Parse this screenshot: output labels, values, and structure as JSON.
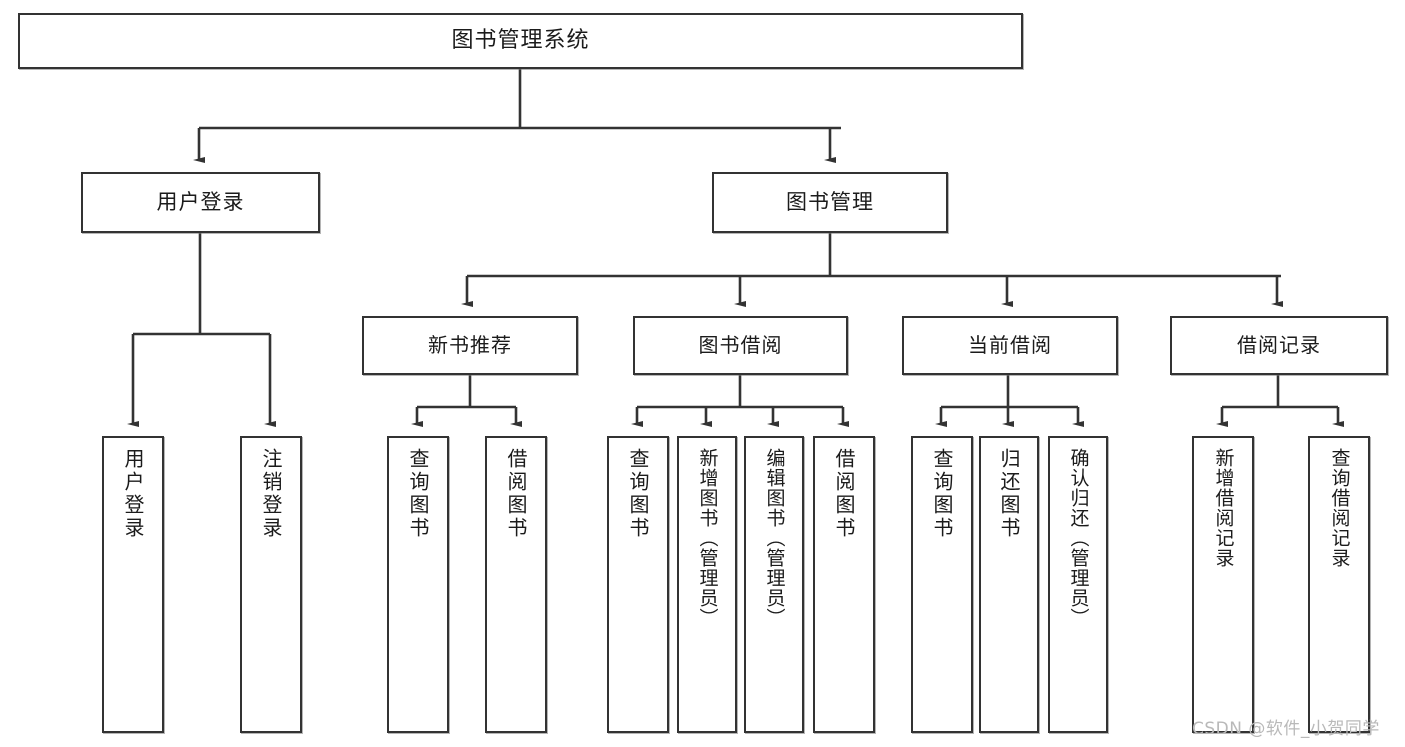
{
  "diagram": {
    "type": "tree",
    "title": "图书管理系统",
    "colors": {
      "node_border": "#333333",
      "node_fill": "#ffffff",
      "edge": "#333333",
      "text": "#1b1b1b",
      "watermark": "#b9b9b9"
    },
    "nodes": {
      "root": {
        "label": "图书管理系统"
      },
      "level2": [
        {
          "id": "user-login",
          "label": "用户登录"
        },
        {
          "id": "book-manage",
          "label": "图书管理"
        }
      ],
      "level3": [
        {
          "id": "new-book-recommend",
          "label": "新书推荐"
        },
        {
          "id": "book-borrow",
          "label": "图书借阅"
        },
        {
          "id": "current-borrow",
          "label": "当前借阅"
        },
        {
          "id": "borrow-record",
          "label": "借阅记录"
        }
      ],
      "leaves": [
        {
          "id": "leaf-user-login",
          "label": "用户登录",
          "parent": "user-login"
        },
        {
          "id": "leaf-user-logout",
          "label": "注销登录",
          "parent": "user-login"
        },
        {
          "id": "leaf-query-book-1",
          "label": "查询图书",
          "parent": "new-book-recommend"
        },
        {
          "id": "leaf-borrow-book-1",
          "label": "借阅图书",
          "parent": "new-book-recommend"
        },
        {
          "id": "leaf-query-book-2",
          "label": "查询图书",
          "parent": "book-borrow"
        },
        {
          "id": "leaf-add-book",
          "label": "新增图书（管理员）",
          "parent": "book-borrow"
        },
        {
          "id": "leaf-edit-book",
          "label": "编辑图书（管理员）",
          "parent": "book-borrow"
        },
        {
          "id": "leaf-borrow-book-2",
          "label": "借阅图书",
          "parent": "book-borrow"
        },
        {
          "id": "leaf-query-book-3",
          "label": "查询图书",
          "parent": "current-borrow"
        },
        {
          "id": "leaf-return-book",
          "label": "归还图书",
          "parent": "current-borrow"
        },
        {
          "id": "leaf-confirm-return",
          "label": "确认归还（管理员）",
          "parent": "current-borrow"
        },
        {
          "id": "leaf-add-record",
          "label": "新增借阅记录",
          "parent": "borrow-record"
        },
        {
          "id": "leaf-query-record",
          "label": "查询借阅记录",
          "parent": "borrow-record"
        }
      ]
    },
    "watermark": "CSDN @软件_小贺同学"
  }
}
